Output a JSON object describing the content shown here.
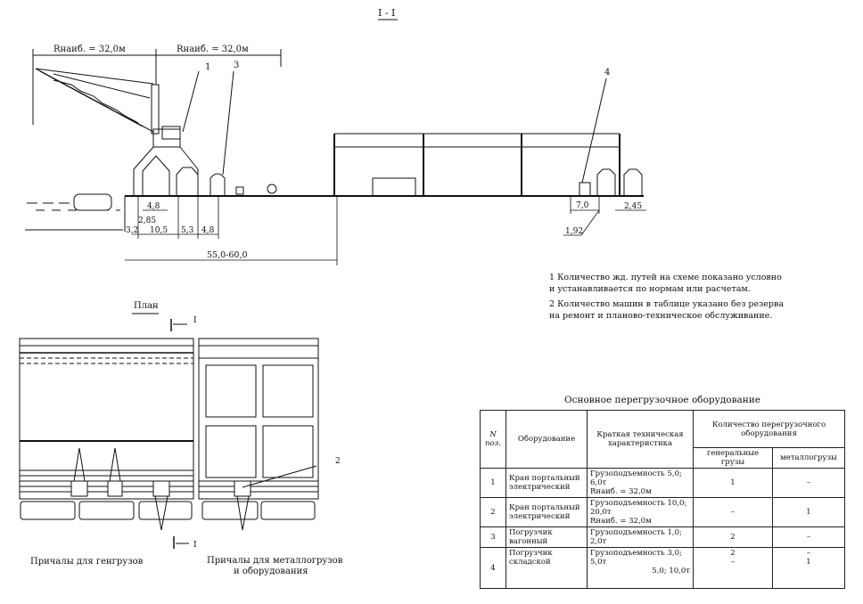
{
  "section": {
    "title": "I - I",
    "reach_left": "Rнаиб. = 32,0м",
    "reach_right": "Rнаиб. = 32,0м",
    "callouts": [
      "1",
      "3",
      "4"
    ],
    "dims": {
      "d48a": "4,8",
      "d285": "2,85",
      "d32": "3,2",
      "d105": "10,5",
      "d53": "5,3",
      "d48b": "4,8",
      "total": "55,0-60,0",
      "d70": "7,0",
      "d245": "2,45",
      "d192": "1,92"
    }
  },
  "plan": {
    "title": "План",
    "cut_top": "I",
    "cut_bottom": "I",
    "callout": "2",
    "caption_left": "Причалы для генгрузов",
    "caption_right_1": "Причалы для металлогрузов",
    "caption_right_2": "и оборудования"
  },
  "notes": [
    [
      "1 Количество жд. путей на схеме показано условно",
      "и устанавливается по нормам или расчетам."
    ],
    [
      "2 Количество машин в таблице указано без резерва",
      "на ремонт и планово-техническое обслуживание."
    ]
  ],
  "table": {
    "title": "Основное перегрузочное оборудование",
    "headers": {
      "n": "N поз.",
      "equipment": "Оборудование",
      "spec": "Краткая техническая характеристика",
      "qty": "Количество перегрузочного оборудования",
      "general": "генеральные грузы",
      "metal": "металлогрузы"
    },
    "rows": [
      {
        "n": "1",
        "equipment": "Кран портальный электрический",
        "spec": [
          "Грузоподъемность 5,0; 6,0т",
          "Rнаиб. = 32,0м"
        ],
        "general": "1",
        "metal": "–"
      },
      {
        "n": "2",
        "equipment": "Кран портальный электрический",
        "spec": [
          "Грузоподъемность 10,0; 20,0т",
          "Rнаиб. = 32,0м"
        ],
        "general": "–",
        "metal": "1"
      },
      {
        "n": "3",
        "equipment": "Погрузчик вагонный",
        "spec": [
          "Грузоподъемность 1,0; 2,0т"
        ],
        "general": "2",
        "metal": "–"
      },
      {
        "n": "4",
        "equipment": "Погрузчик складской",
        "spec": [
          "Грузоподъемность 3,0; 5,0т",
          "5,0; 10,0т"
        ],
        "general": [
          "2",
          "–"
        ],
        "metal": [
          "–",
          "1"
        ]
      }
    ]
  }
}
